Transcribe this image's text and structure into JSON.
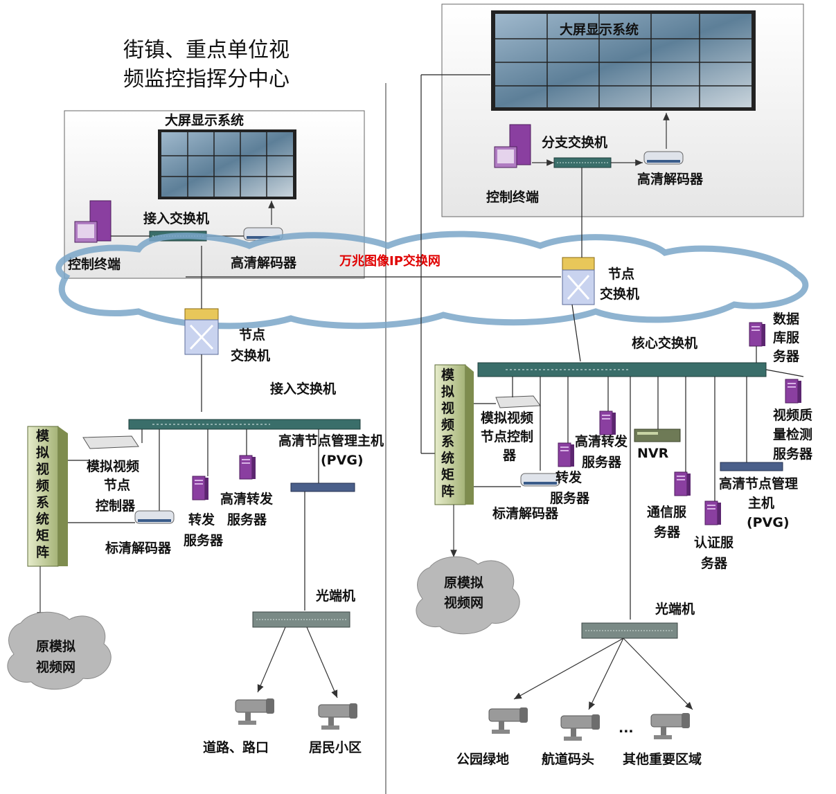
{
  "title": {
    "line1": "街镇、重点单位视",
    "line2": "频监控指挥分中心"
  },
  "network_label": "万兆图像IP交换网",
  "left": {
    "display_title": "大屏显示系统",
    "access_switch_top": "接入交换机",
    "control_terminal": "控制终端",
    "hd_decoder": "高清解码器",
    "node_switch": [
      "节点",
      "交换机"
    ],
    "access_switch": "接入交换机",
    "pvg": [
      "高清节点管理主机",
      "(PVG)"
    ],
    "matrix": [
      "模",
      "拟",
      "视",
      "频",
      "系",
      "统",
      "矩",
      "阵"
    ],
    "analog_controller": [
      "模拟视频",
      "节点",
      "控制器"
    ],
    "hd_forward": [
      "高清转发",
      "服务器"
    ],
    "forward": [
      "转发",
      "服务器"
    ],
    "sd_decoder": "标清解码器",
    "analog_net": [
      "原模拟",
      "视频网"
    ],
    "optical": "光端机",
    "cameras": [
      "道路、路口",
      "居民小区"
    ]
  },
  "right": {
    "display_title": "大屏显示系统",
    "branch_switch": "分支交换机",
    "hd_decoder": "高清解码器",
    "control_terminal": "控制终端",
    "node_switch": [
      "节点",
      "交换机"
    ],
    "core_switch": "核心交换机",
    "db_server": [
      "数据",
      "库服",
      "务器"
    ],
    "quality_server": [
      "视频质",
      "量检测",
      "服务器"
    ],
    "matrix": [
      "模",
      "拟",
      "视",
      "频",
      "系",
      "统",
      "矩",
      "阵"
    ],
    "analog_controller": [
      "模拟视频",
      "节点控制",
      "器"
    ],
    "hd_forward": [
      "高清转发",
      "服务器"
    ],
    "nvr": "NVR",
    "forward": [
      "转发",
      "服务器"
    ],
    "sd_decoder": "标清解码器",
    "comm_server": [
      "通信服",
      "务器"
    ],
    "auth_server": [
      "认证服",
      "务器"
    ],
    "pvg": [
      "高清节点管理",
      "主机",
      "(PVG)"
    ],
    "analog_net": [
      "原模拟",
      "视频网"
    ],
    "optical": "光端机",
    "ellipsis": "...",
    "cameras": [
      "公园绿地",
      "航道码头",
      "其他重要区域"
    ]
  },
  "colors": {
    "cloud_edge": "#7aa6c8",
    "matrix_fill": "#c8d49a",
    "server": "#8a3fa0",
    "switch": "#3a6e6a",
    "red": "#e00000"
  }
}
